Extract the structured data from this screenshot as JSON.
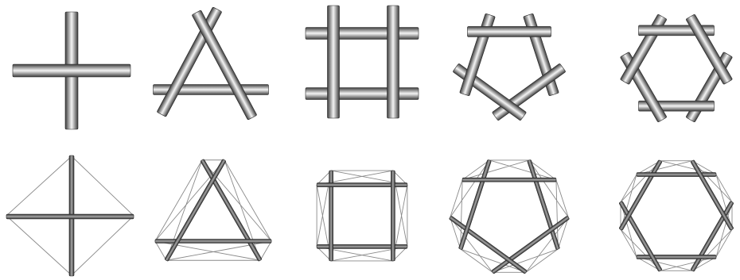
{
  "figure": {
    "rows": [
      {
        "style": "shaded-rods",
        "panels": [
          {
            "polygon_sides": 2,
            "label": ""
          },
          {
            "polygon_sides": 3,
            "label": ""
          },
          {
            "polygon_sides": 4,
            "label": ""
          },
          {
            "polygon_sides": 5,
            "label": ""
          },
          {
            "polygon_sides": 6,
            "label": ""
          }
        ]
      },
      {
        "style": "rods-with-tension-cables",
        "panels": [
          {
            "polygon_sides": 2,
            "label": ""
          },
          {
            "polygon_sides": 3,
            "label": ""
          },
          {
            "polygon_sides": 4,
            "label": ""
          },
          {
            "polygon_sides": 5,
            "label": ""
          },
          {
            "polygon_sides": 6,
            "label": ""
          }
        ]
      }
    ],
    "colors": {
      "background": "#ffffff",
      "rod_dark": "#3a3a3a",
      "rod_light": "#f2f2f2",
      "rod_mid": "#9a9a9a",
      "cable": "#8a8a8a"
    }
  }
}
